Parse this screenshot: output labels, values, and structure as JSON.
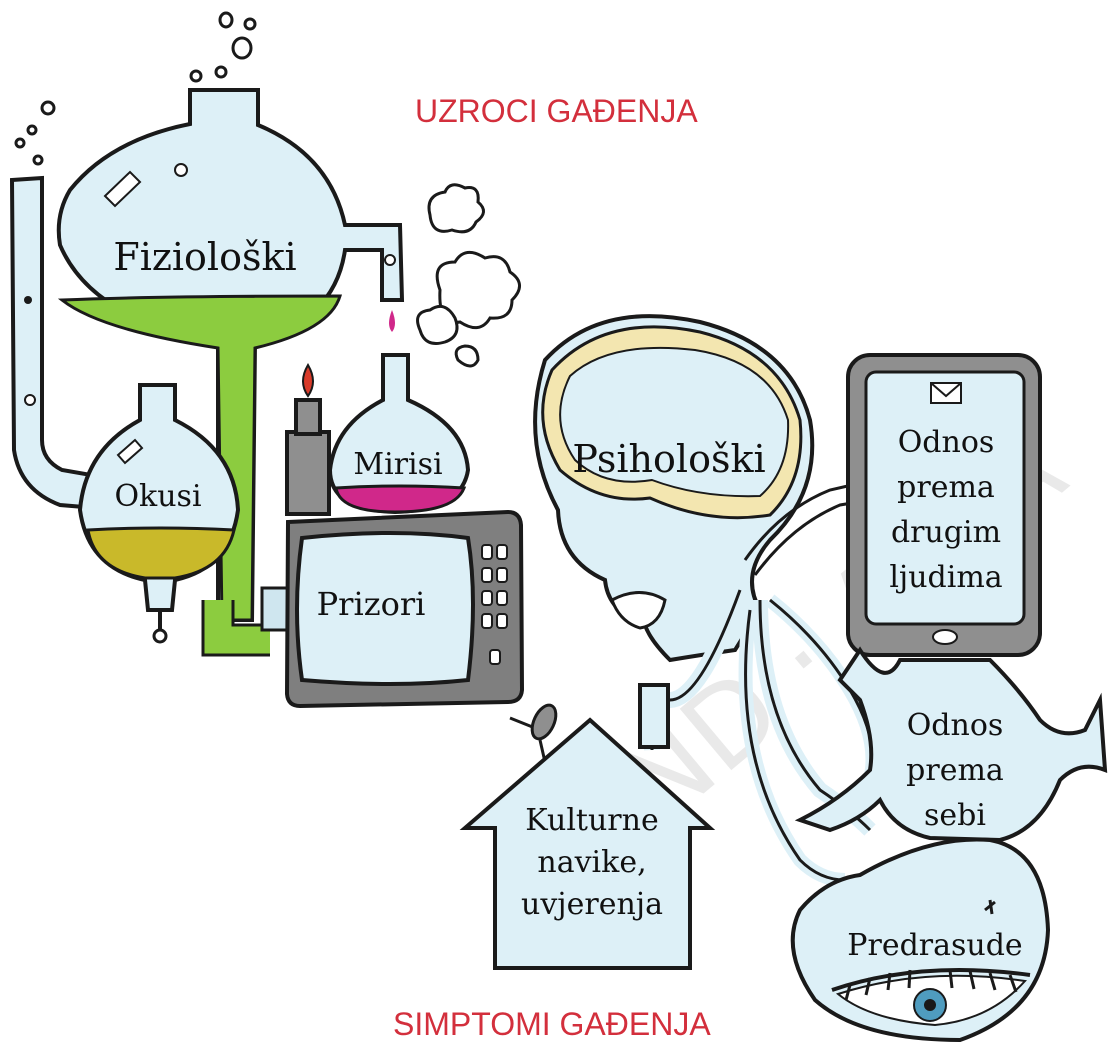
{
  "headings": {
    "causes": "UZROCI GAĐENJA",
    "symptoms": "SIMPTOMI GAĐENJA"
  },
  "labels": {
    "physiological": "Fiziološki",
    "tastes": "Okusi",
    "smells": "Mirisi",
    "sights": "Prizori",
    "psychological": "Psihološki",
    "relation_others": [
      "Odnos",
      "prema",
      "drugim",
      "ljudima"
    ],
    "relation_self": [
      "Odnos",
      "prema",
      "sebi"
    ],
    "culture": [
      "Kulturne",
      "navike,",
      "uvjerenja"
    ],
    "prejudice": "Predrasude"
  },
  "colors": {
    "heading": "#d32f3c",
    "glass": "#ddf0f7",
    "outline": "#1a1a1a",
    "green_liquid": "#8ccc3f",
    "yellow_liquid": "#c9b92a",
    "magenta_liquid": "#d0288a",
    "brain": "#f3e6b0",
    "device_grey": "#8f8f8f"
  },
  "icons": [
    "flask-icon",
    "bulb-flask-icon",
    "round-flask-icon",
    "tv-icon",
    "head-icon",
    "phone-icon",
    "house-icon",
    "eye-icon",
    "envelope-icon",
    "smoke-cloud-icon",
    "bunsen-burner-icon"
  ]
}
